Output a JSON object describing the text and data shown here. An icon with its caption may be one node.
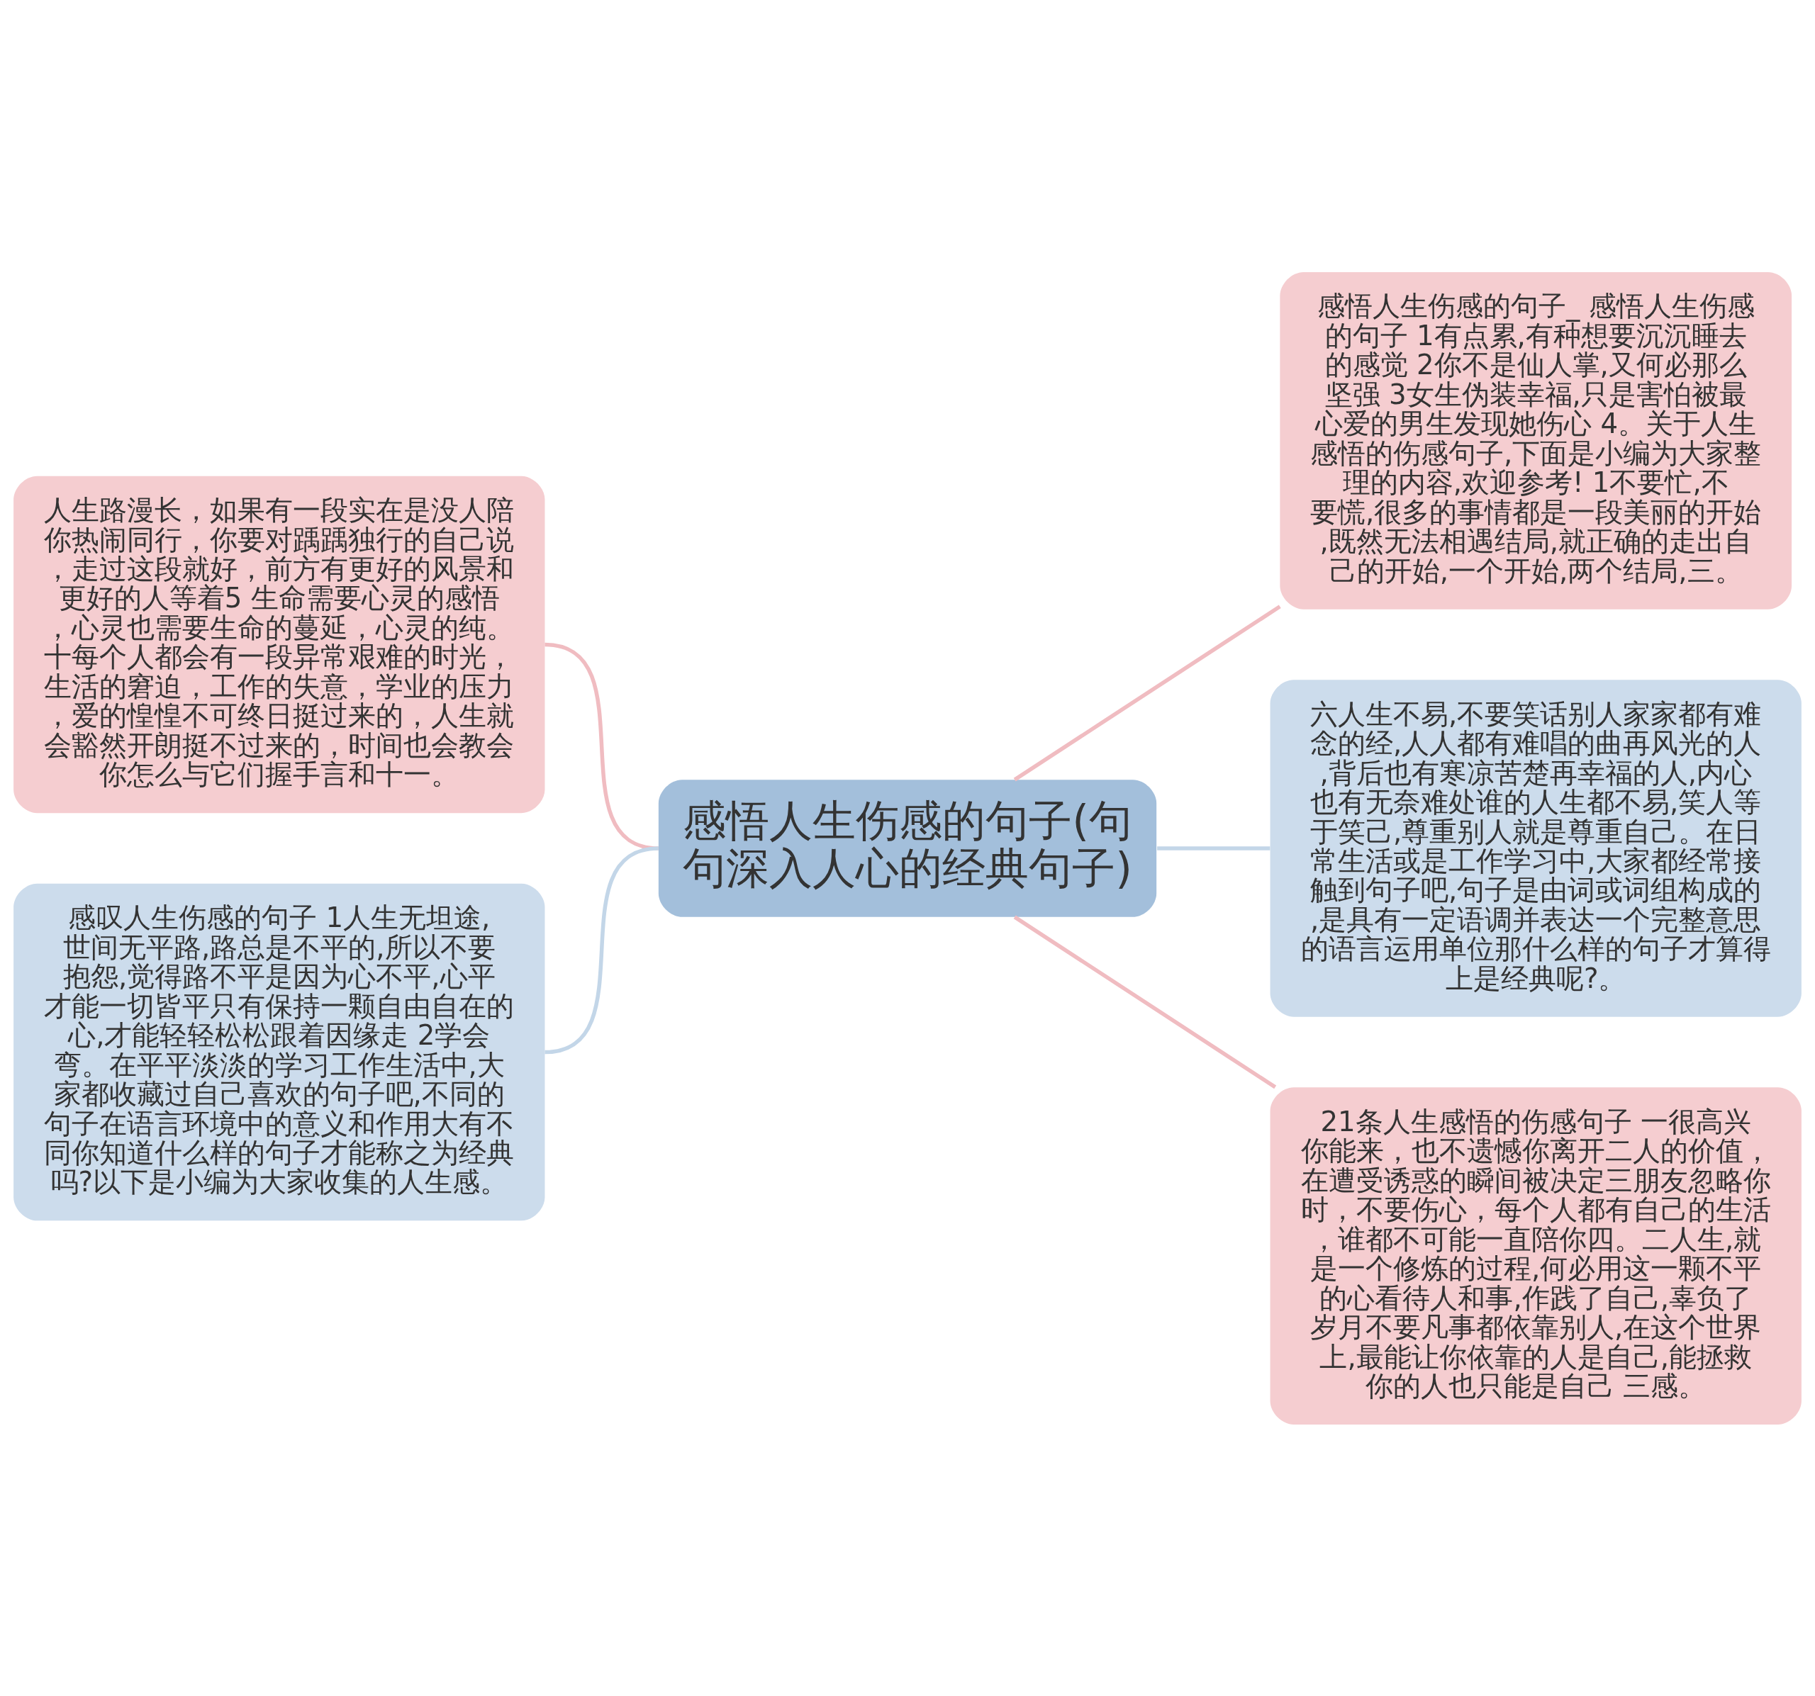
{
  "diagram": {
    "nodes": [
      {
        "text": [
          "感悟人生伤感的句子(句句深入人心的经典句子)"
        ]
      },
      {
        "text": [
          "人生路漫长，如果有一段实在是没人陪你热闹同行，你要对踽踽独行的自己说，走过这段就好，前方有更好的风景和更好的人等着5 生命需要心灵的感悟，心灵也需要生命的蔓延，心灵的纯。十每个人都会有一段异常艰难的时光，生活的窘迫，工作的失意，学业的压力，爱的惶惶不可终日挺过来的，人生就会豁然开朗挺不过来的，时间也会教会你怎么与它们握手言和十一。"
        ]
      },
      {
        "text": [
          "感叹人生伤感的句子 1人生无坦途,世间无平路,路总是不平的,所以不要抱怨,觉得路不平是因为心不平,心平才能一切皆平只有保持一颗自由自在的心,才能轻轻松松跟着因缘走 2学会弯。在平平淡淡的学习工作生活中,大家都收藏过自己喜欢的句子吧,不同的句子在语言环境中的意义和作用大有不同你知道什么样的句子才能称之为经典吗?以下是小编为大家收集的人生感。"
        ]
      },
      {
        "text": [
          "感悟人生伤感的句子_ 感悟人生伤感的句子 1有点累,有种想要沉沉睡去的感觉 2你不是仙人掌,又何必那么坚强 3女生伪装幸福,只是害怕被最心爱的男生发现她伤心 4。关于人生感悟的伤感句子,下面是小编为大家整理的内容,欢迎参考! 1不要忙,不要慌,很多的事情都是一段美丽的开始,既然无法相遇结局,就正确的走出自己的开始,一个开始,两个结局,三。"
        ]
      },
      {
        "text": [
          "六人生不易,不要笑话别人家家都有难念的经,人人都有难唱的曲再风光的人,背后也有寒凉苦楚再幸福的人,内心也有无奈难处谁的人生都不易,笑人等于笑己,尊重别人就是尊重自己。在日常生活或是工作学习中,大家都经常接触到句子吧,句子是由词或词组构成的,是具有一定语调并表达一个完整意思的语言运用单位那什么样的句子才算得上是经典呢?。"
        ]
      },
      {
        "text": [
          "21条人生感悟的伤感句子 一很高兴你能来，也不遗憾你离开二人的价值，在遭受诱惑的瞬间被决定三朋友忽略你时，不要伤心，每个人都有自己的生活，谁都不可能一直陪你四。二人生,就是一个修炼的过程,何必用这一颗不平的心看待人和事,作践了自己,辜负了岁月不要凡事都依靠别人,在这个世界上,最能让你依靠的人是自己,能拯救你的人也只能是自己 三感。"
        ]
      }
    ],
    "edges": [
      {
        "from": 0,
        "to": 1,
        "arrow": "none"
      },
      {
        "from": 0,
        "to": 2,
        "arrow": "none",
        "color": "#c3d6e8"
      },
      {
        "from": 0,
        "to": 3,
        "arrow": "none"
      },
      {
        "from": 0,
        "to": 4,
        "arrow": "none",
        "color": "#c3d6e8"
      },
      {
        "from": 0,
        "to": 5,
        "arrow": "none"
      }
    ]
  }
}
